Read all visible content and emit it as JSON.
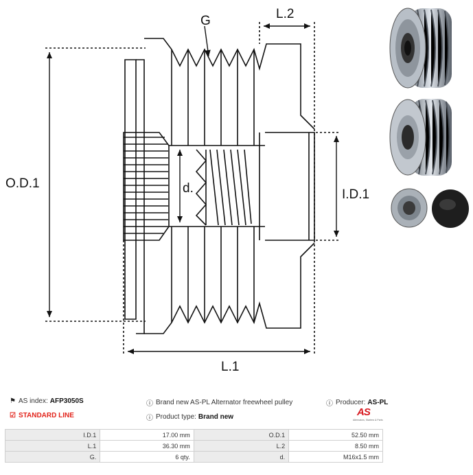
{
  "drawing": {
    "labels": {
      "g": "G",
      "l2": "L.2",
      "od1": "O.D.1",
      "id1": "I.D.1",
      "d": "d.",
      "l1": "L.1"
    }
  },
  "photos": [
    {
      "name": "pulley-front-view"
    },
    {
      "name": "pulley-side-view"
    },
    {
      "name": "pulley-cap-accessory"
    }
  ],
  "info": {
    "as_index_label": "AS index:",
    "as_index_value": "AFP3050S",
    "line_label": "STANDARD LINE",
    "description": "Brand new AS-PL Alternator freewheel pulley",
    "product_type_label": "Product type:",
    "product_type_value": "Brand new",
    "producer_label": "Producer:",
    "producer_value": "AS-PL"
  },
  "logo": {
    "mark": "AS",
    "tagline": "Alternators, Starters & Parts"
  },
  "specs": {
    "rows": [
      {
        "l1": "I.D.1",
        "v1": "17.00 mm",
        "l2": "O.D.1",
        "v2": "52.50 mm"
      },
      {
        "l1": "L.1",
        "v1": "36.30 mm",
        "l2": "L.2",
        "v2": "8.50 mm"
      },
      {
        "l1": "G.",
        "v1": "6 qty.",
        "l2": "d.",
        "v2": "M16x1.5 mm"
      }
    ]
  },
  "icons": {
    "as_index": "tag-icon",
    "standard_line": "checkbox-icon",
    "description": "info-icon",
    "product_type": "info-icon",
    "producer": "info-icon"
  }
}
